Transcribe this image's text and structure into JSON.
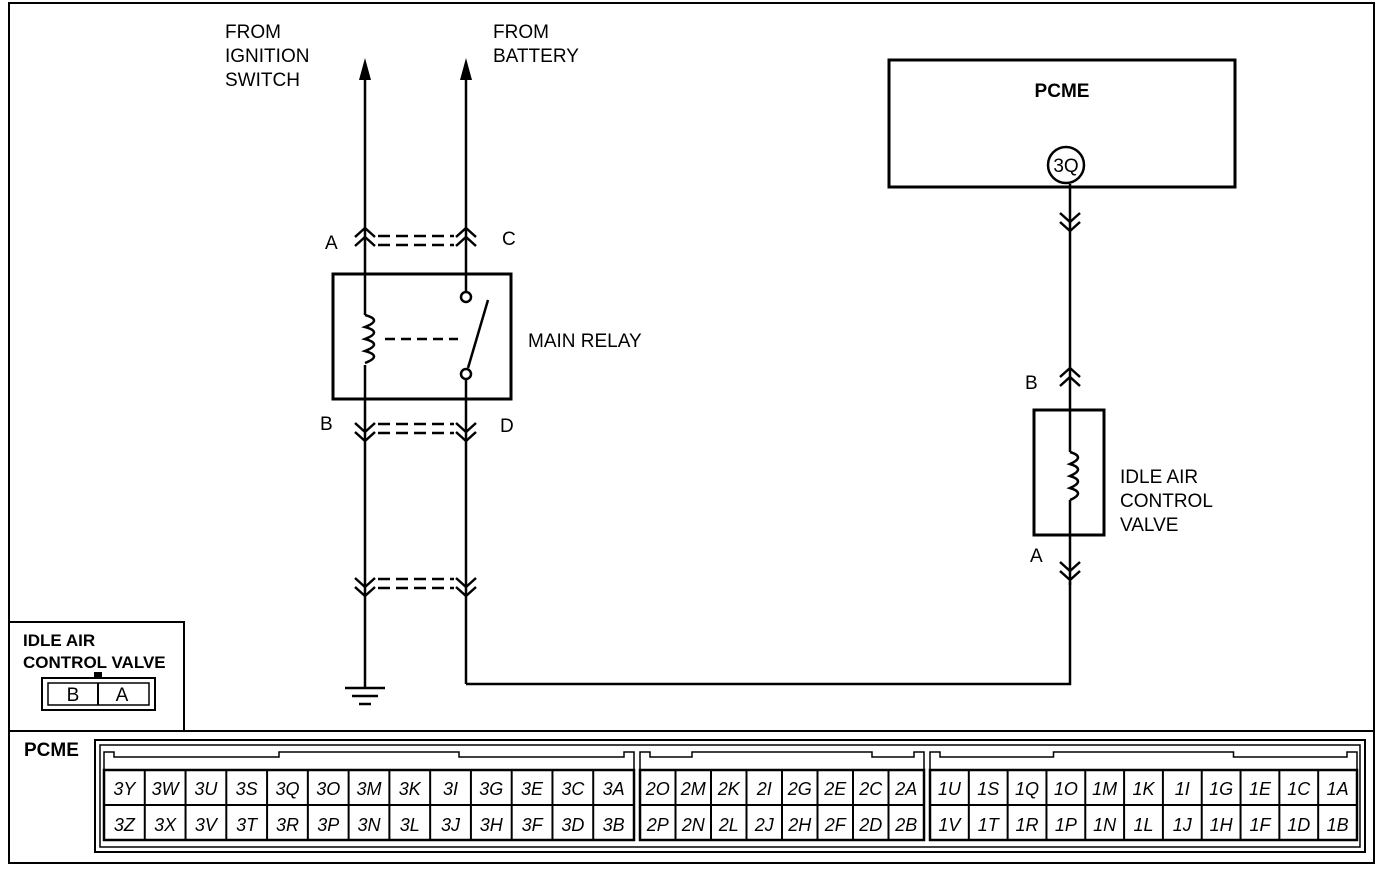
{
  "labels": {
    "from_ignition": [
      "FROM",
      "IGNITION",
      "SWITCH"
    ],
    "from_battery": [
      "FROM",
      "BATTERY"
    ],
    "pcme_box": "PCME",
    "pcme_pin": "3Q",
    "main_relay": "MAIN RELAY",
    "relay_terminals": {
      "a": "A",
      "b": "B",
      "c": "C",
      "d": "D"
    },
    "iac_terminals": {
      "b": "B",
      "a": "A"
    },
    "iac_name": [
      "IDLE AIR",
      "CONTROL",
      "VALVE"
    ]
  },
  "connector_view": {
    "title": [
      "IDLE AIR",
      "CONTROL VALVE"
    ],
    "pins": [
      "B",
      "A"
    ]
  },
  "pcme_connector": {
    "title": "PCME",
    "group3_top": [
      "3Y",
      "3W",
      "3U",
      "3S",
      "3Q",
      "3O",
      "3M",
      "3K",
      "3I",
      "3G",
      "3E",
      "3C",
      "3A"
    ],
    "group3_bottom": [
      "3Z",
      "3X",
      "3V",
      "3T",
      "3R",
      "3P",
      "3N",
      "3L",
      "3J",
      "3H",
      "3F",
      "3D",
      "3B"
    ],
    "group2_top": [
      "2O",
      "2M",
      "2K",
      "2I",
      "2G",
      "2E",
      "2C",
      "2A"
    ],
    "group2_bottom": [
      "2P",
      "2N",
      "2L",
      "2J",
      "2H",
      "2F",
      "2D",
      "2B"
    ],
    "group1_top": [
      "1U",
      "1S",
      "1Q",
      "1O",
      "1M",
      "1K",
      "1I",
      "1G",
      "1E",
      "1C",
      "1A"
    ],
    "group1_bottom": [
      "1V",
      "1T",
      "1R",
      "1P",
      "1N",
      "1L",
      "1J",
      "1H",
      "1F",
      "1D",
      "1B"
    ]
  }
}
